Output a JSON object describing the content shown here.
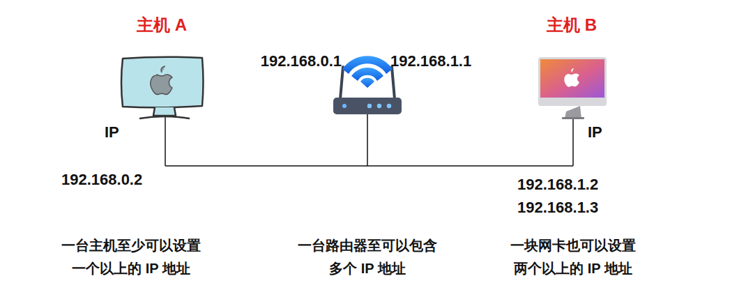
{
  "diagram": {
    "labels": [
      "主机 A",
      "主机 B",
      "192.168.0.1",
      "192.168.1.1",
      "IP",
      "IP",
      "192.168.0.2",
      "192.168.1.2",
      "192.168.1.3",
      "一台主机至少可以设置 一个以上的 IP 地址",
      "一台路由器至可以包含 多个 IP 地址",
      "一块网卡也可以设置 两个以上的 IP 地址"
    ]
  }
}
